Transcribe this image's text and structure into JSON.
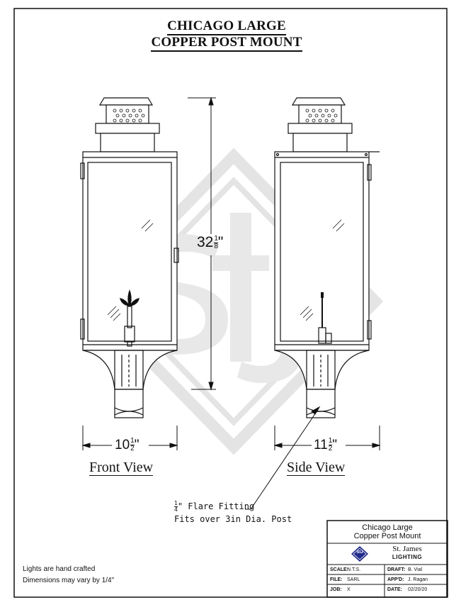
{
  "title": {
    "line1": "CHICAGO LARGE",
    "line2": "COPPER POST MOUNT"
  },
  "dimensions": {
    "height": "32",
    "height_frac_num": "1",
    "height_frac_den": "8",
    "front_width": "10",
    "front_frac_num": "1",
    "front_frac_den": "2",
    "side_width": "11",
    "side_frac_num": "1",
    "side_frac_den": "2",
    "inch": "\""
  },
  "views": {
    "front": "Front View",
    "side": "Side View"
  },
  "callout": {
    "frac_num": "1",
    "frac_den": "4",
    "line1_rest": "\" Flare Fitting",
    "line2": "Fits over 3in Dia. Post"
  },
  "notes": {
    "line1": "Lights are hand crafted",
    "line2": "Dimensions may vary by 1/4\""
  },
  "title_block": {
    "name_line1": "Chicago Large",
    "name_line2": "Copper Post Mount",
    "company_line1": "St. James",
    "company_line2": "LIGHTING",
    "logo_text": "StJ",
    "scale_label": "SCALE:",
    "scale_value": "N.T.S.",
    "draft_label": "DRAFT:",
    "draft_value": "B. Vial",
    "file_label": "FILE:",
    "file_value": "SARL",
    "appd_label": "APP'D:",
    "appd_value": "J. Ragan",
    "job_label": "JOB:",
    "job_value": "X",
    "date_label": "DATE:",
    "date_value": "02/20/20"
  },
  "colors": {
    "line": "#111111",
    "watermark": "#e6e6e6",
    "logo_blue": "#1f2a8a"
  }
}
